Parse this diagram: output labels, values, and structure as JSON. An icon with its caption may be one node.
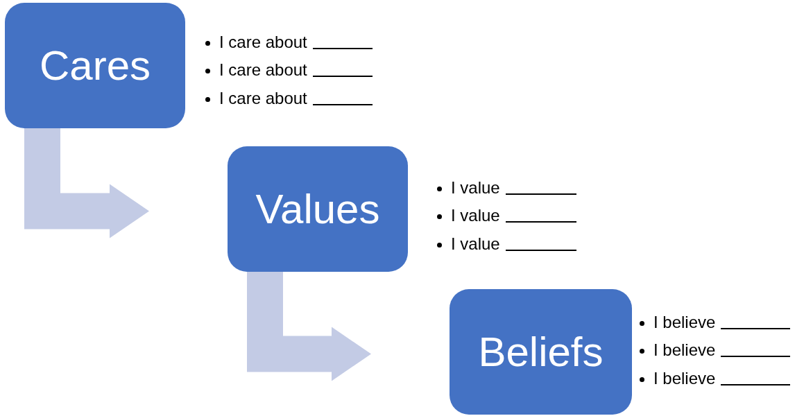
{
  "diagram": {
    "nodes": [
      {
        "text": [
          "Cares"
        ],
        "beside": [
          "I care about",
          "I care about",
          "I care about"
        ]
      },
      {
        "text": [
          "Values"
        ],
        "beside": [
          "I value",
          "I value",
          "I value"
        ]
      },
      {
        "text": [
          "Beliefs"
        ],
        "beside": [
          "I believe",
          "I believe",
          "I believe"
        ]
      }
    ],
    "edges": [
      {
        "from": 0,
        "to": 1,
        "arrow": "to"
      },
      {
        "from": 1,
        "to": 2,
        "arrow": "to"
      }
    ]
  }
}
